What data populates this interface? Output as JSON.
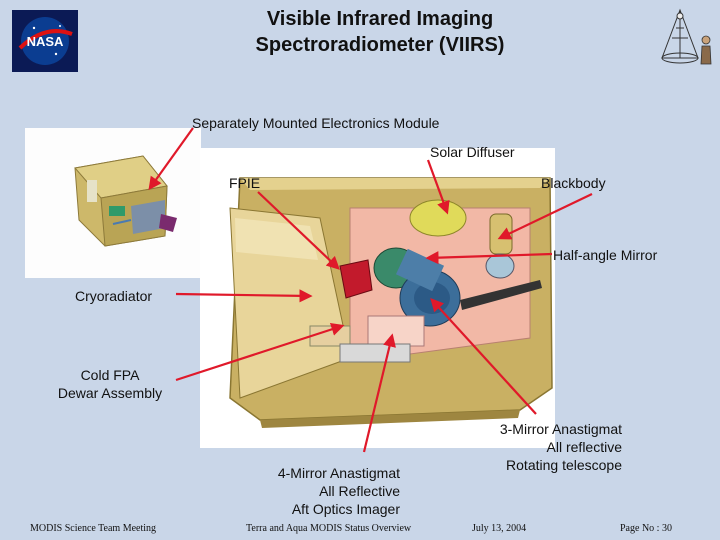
{
  "title": "Visible Infrared Imaging\nSpectroradiometer (VIIRS)",
  "logo_text": "NASA",
  "labels": {
    "electronics_module": "Separately Mounted Electronics Module",
    "solar_diffuser": "Solar Diffuser",
    "fpie": "FPIE",
    "blackbody": "Blackbody",
    "half_angle_mirror": "Half-angle Mirror",
    "cryoradiator": "Cryoradiator",
    "cold_fpa": "Cold FPA\nDewar Assembly",
    "three_mirror": "3-Mirror Anastigmat\nAll reflective\nRotating telescope",
    "four_mirror": "4-Mirror Anastigmat\nAll Reflective\nAft Optics Imager"
  },
  "footer": {
    "meeting": "MODIS Science Team Meeting",
    "overview": "Terra and Aqua MODIS Status Overview",
    "date": "July 13, 2004",
    "page": "Page No :  30"
  },
  "colors": {
    "background": "#c9d6e8",
    "arrow": "#e0192a",
    "housing": "#d8c07a",
    "interior": "#f0b8a8",
    "telescope": "#3a8a6a"
  }
}
